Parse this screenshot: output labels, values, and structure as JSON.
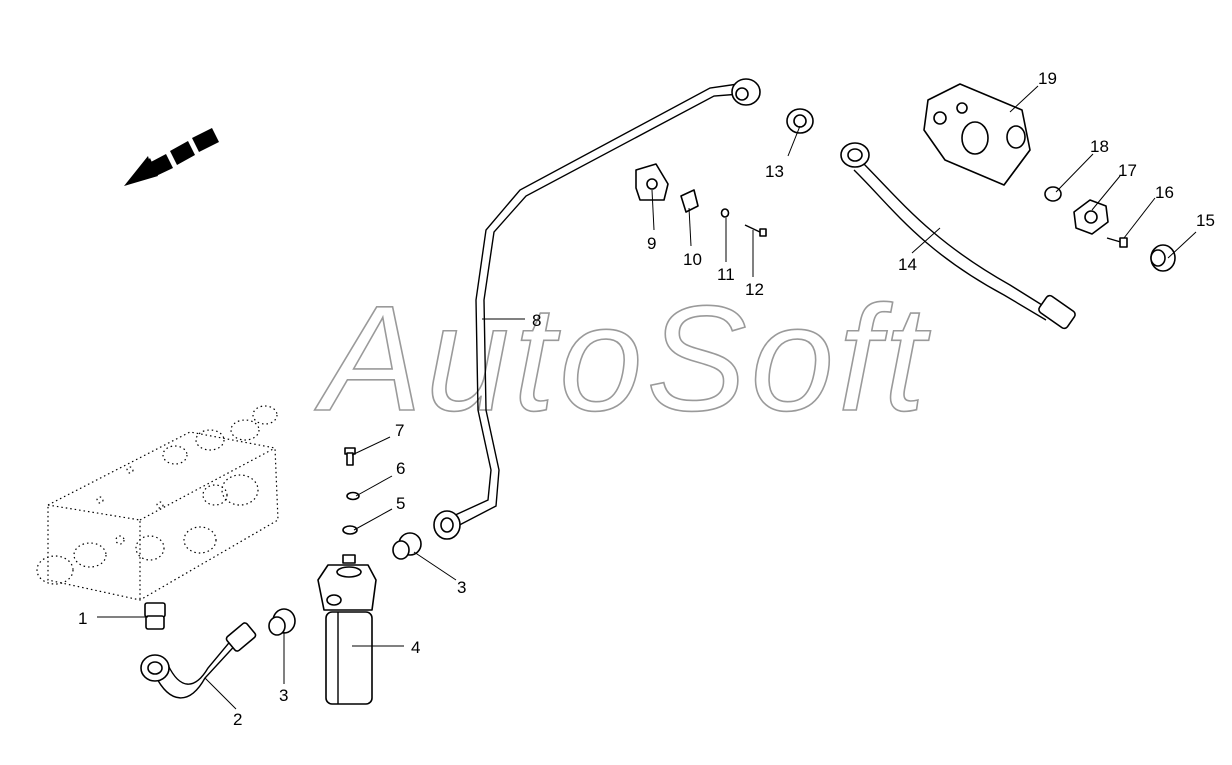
{
  "watermark": {
    "text": "AutoSoft"
  },
  "direction_arrow": {
    "icon": "forward-direction-arrow-icon"
  },
  "callouts": {
    "c1": "1",
    "c2": "2",
    "c3a": "3",
    "c3b": "3",
    "c4": "4",
    "c5": "5",
    "c6": "6",
    "c7": "7",
    "c8": "8",
    "c9": "9",
    "c10": "10",
    "c11": "11",
    "c12": "12",
    "c13": "13",
    "c14": "14",
    "c15": "15",
    "c16": "16",
    "c17": "17",
    "c18": "18",
    "c19": "19"
  }
}
